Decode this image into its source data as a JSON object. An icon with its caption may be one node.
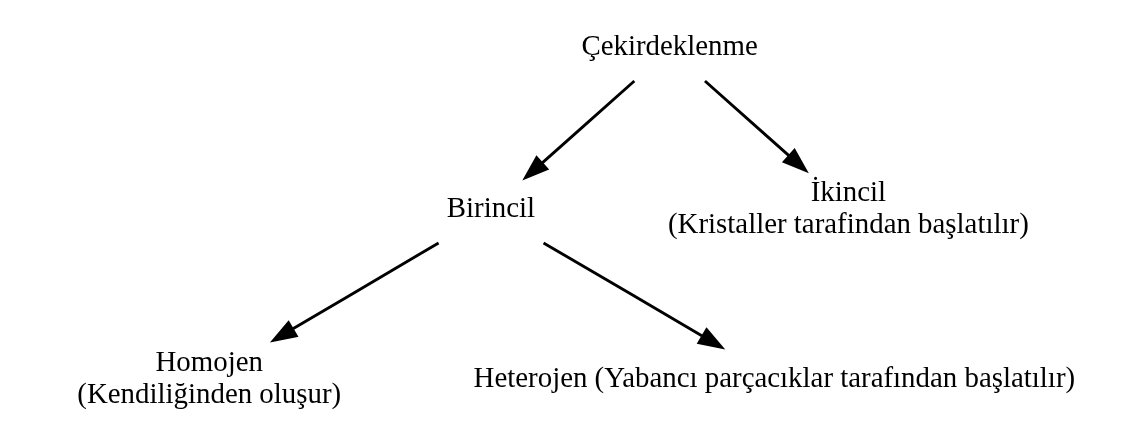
{
  "diagram": {
    "nodes": [
      {
        "text": [
          "Çekirdeklenme"
        ]
      },
      {
        "text": [
          "Birincil"
        ]
      },
      {
        "text": [
          "İkincil",
          "(Kristaller tarafindan başlatılır)"
        ]
      },
      {
        "text": [
          "Homojen",
          "(Kendiliğinden oluşur)"
        ]
      },
      {
        "text": [
          "Heterojen (Yabancı parçacıklar tarafından başlatılır)"
        ]
      }
    ],
    "edges": [
      {
        "from": 0,
        "to": 1,
        "arrow": "to"
      },
      {
        "from": 0,
        "to": 2,
        "arrow": "to"
      },
      {
        "from": 1,
        "to": 3,
        "arrow": "to"
      },
      {
        "from": 1,
        "to": 4,
        "arrow": "to"
      }
    ]
  }
}
